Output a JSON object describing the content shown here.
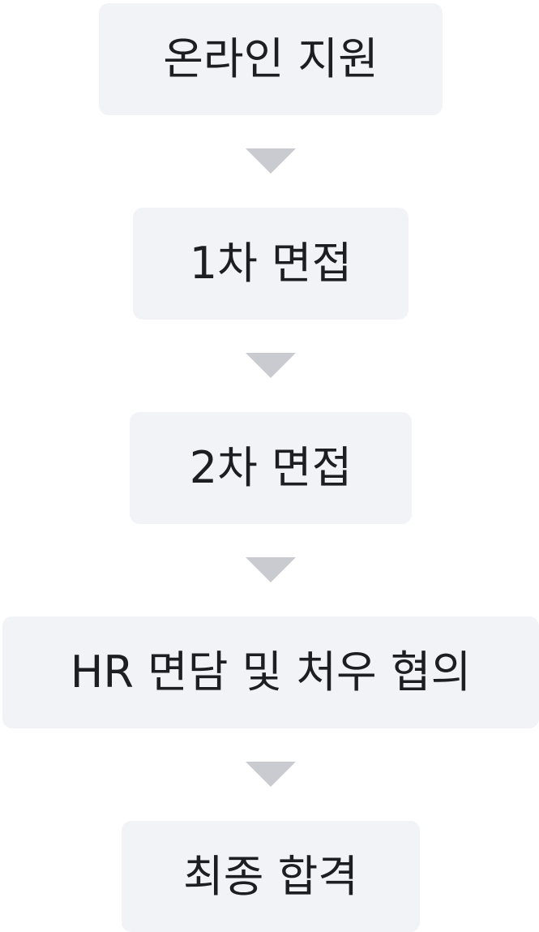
{
  "flow": {
    "steps": [
      {
        "label": "온라인 지원"
      },
      {
        "label": "1차 면접"
      },
      {
        "label": "2차 면접"
      },
      {
        "label": "HR 면담 및 처우 협의"
      },
      {
        "label": "최종 합격"
      }
    ],
    "arrow_icon": "triangle-down-icon",
    "colors": {
      "box_background": "#f2f3f6",
      "text": "#1d1e22",
      "arrow": "#c9cbd0"
    }
  }
}
